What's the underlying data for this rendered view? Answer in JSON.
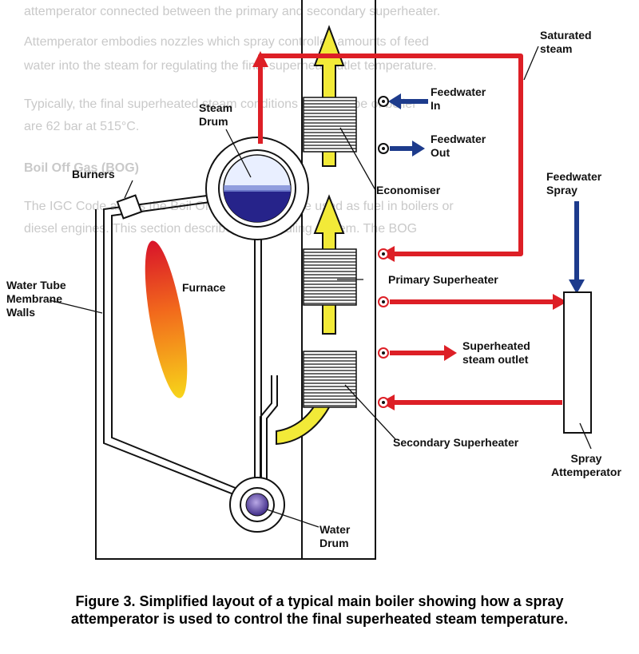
{
  "background_text": [
    "attemperator connected between the primary and secondary superheater.",
    "Attemperator embodies nozzles which spray controlled amounts of feed",
    "water into the steam for regulating the final superheat outlet temperature.",
    "Typically, the final superheated steam conditions for this type of boiler",
    "are 62 bar at 515°C.",
    "Boil Off Gas (BOG)",
    "The IGC Code allows the Boil Off Gas (BOG) to be used as fuel in boilers or",
    "diesel engines. This section describes the handling system. The BOG"
  ],
  "labels": {
    "steam_drum": "Steam\nDrum",
    "burners": "Burners",
    "furnace": "Furnace",
    "water_tube_membrane_walls": "Water Tube\nMembrane\nWalls",
    "water_drum": "Water\nDrum",
    "feedwater_in": "Feedwater\nIn",
    "feedwater_out": "Feedwater\nOut",
    "economiser": "Economiser",
    "primary_superheater": "Primary Superheater",
    "superheated_steam_outlet": "Superheated\nsteam outlet",
    "secondary_superheater": "Secondary Superheater",
    "saturated_steam": "Saturated\nsteam",
    "feedwater_spray": "Feedwater\nSpray",
    "spray_attemperator": "Spray\nAttemperator"
  },
  "caption": "Figure 3.  Simplified layout of a typical main boiler showing how a spray attemperator is used to control the final superheated steam temperature.",
  "colors": {
    "steam_line": "#dd1f26",
    "feedwater_line": "#1d3b8c",
    "gas_flow": "#f2ea38",
    "drum_water": "#26238a"
  }
}
